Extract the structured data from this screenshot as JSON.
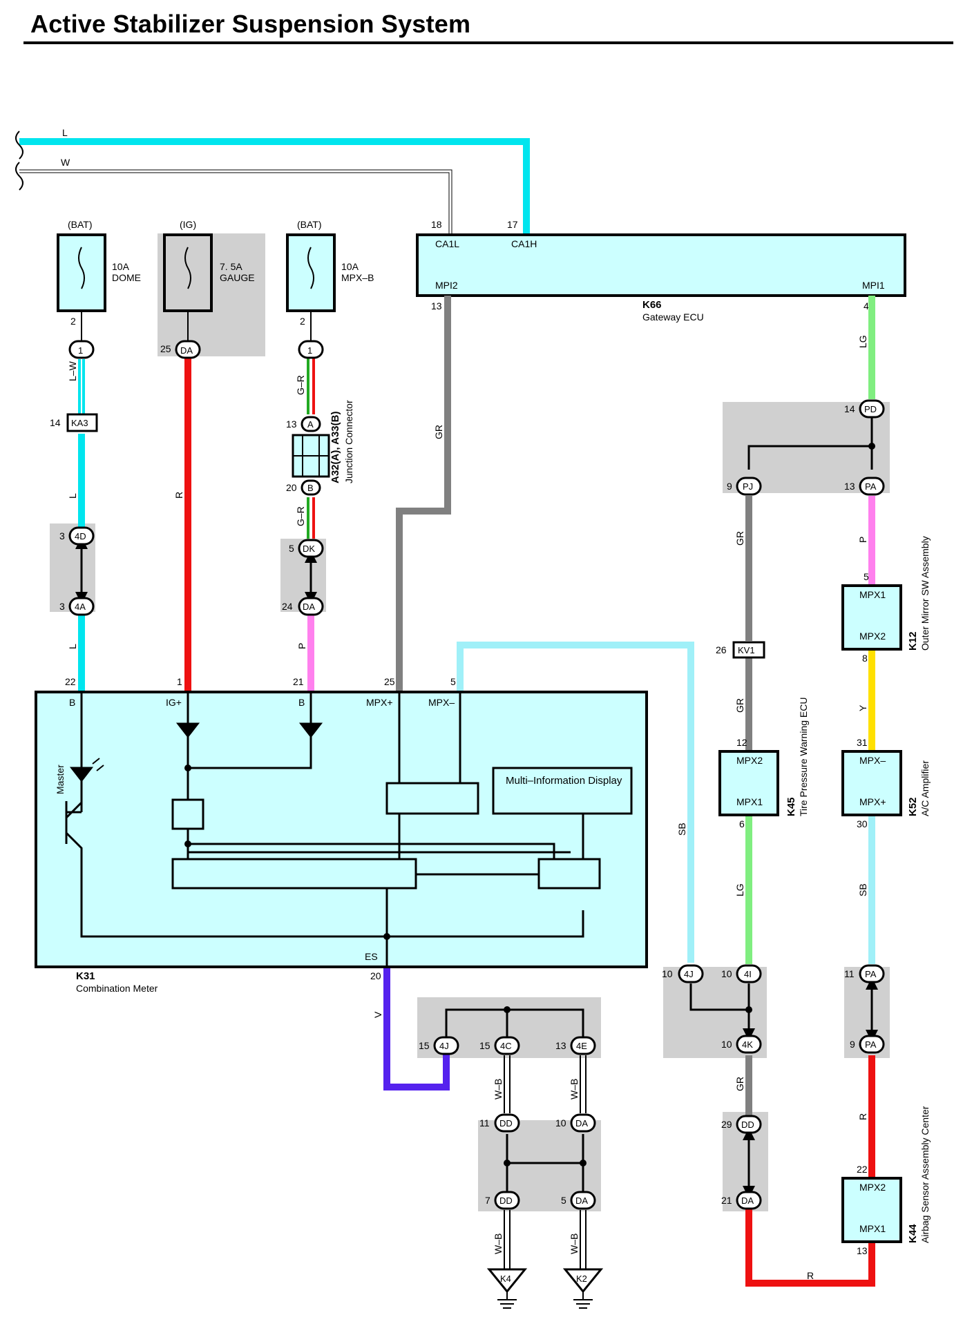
{
  "title": "Active Stabilizer Suspension System",
  "colors": {
    "L": "#00e5ee",
    "W": "#ffffff",
    "R": "#ee1111",
    "GR": "#808080",
    "LG": "#80ee80",
    "P": "#ff80ee",
    "Y": "#ffe000",
    "SB": "#a0f0f8",
    "V": "#5522ee",
    "G": "#22aa22",
    "component_fill": "#ccffff",
    "shade": "#d0d0d0"
  },
  "buses": {
    "L": "L",
    "W": "W"
  },
  "fuses": [
    {
      "source": "(BAT)",
      "rating": "10A",
      "name": "DOME",
      "pin": "2"
    },
    {
      "source": "(IG)",
      "rating": "7. 5A",
      "name": "GAUGE",
      "pin": "25"
    },
    {
      "source": "(BAT)",
      "rating": "10A",
      "name": "MPX–B",
      "pin": "2"
    }
  ],
  "connectors": {
    "c1a": "1",
    "da_ig": "DA",
    "c1b": "1",
    "ka3": "KA3",
    "ka3_pin": "14",
    "c4d": "4D",
    "c4d_pin": "3",
    "c4a": "4A",
    "c4a_pin": "3",
    "ca": "A",
    "ca_pin": "13",
    "cb": "B",
    "cb_pin": "20",
    "dk": "DK",
    "dk_pin": "5",
    "da2": "DA",
    "da2_pin": "24",
    "pd": "PD",
    "pd_pin": "14",
    "pj": "PJ",
    "pj_pin": "9",
    "pa1": "PA",
    "pa1_pin": "13",
    "kv1": "KV1",
    "kv1_pin": "26",
    "j4j": "4J",
    "j4j_pin": "10",
    "j4i": "4I",
    "j4i_pin": "10",
    "j4k": "4K",
    "j4k_pin": "10",
    "pa2": "PA",
    "pa2_pin": "11",
    "pa3": "PA",
    "pa3_pin": "9",
    "dd1": "DD",
    "dd1_pin": "29",
    "da3": "DA",
    "da3_pin": "21",
    "g4j": "4J",
    "g4j_pin": "15",
    "g4c": "4C",
    "g4c_pin": "15",
    "g4e": "4E",
    "g4e_pin": "13",
    "gdd1": "DD",
    "gdd1_pin": "11",
    "gda1": "DA",
    "gda1_pin": "10",
    "gdd2": "DD",
    "gdd2_pin": "7",
    "gda2": "DA",
    "gda2_pin": "5"
  },
  "junction": {
    "name": "A32(A), A33(B)",
    "desc": "Junction Connector"
  },
  "gateway": {
    "code": "K66",
    "name": "Gateway ECU",
    "pin18": "18",
    "pin17": "17",
    "ca1l": "CA1L",
    "ca1h": "CA1H",
    "mpi2": "MPI2",
    "mpi1": "MPI1",
    "pin13": "13",
    "pin4": "4"
  },
  "meter": {
    "code": "K31",
    "name": "Combination Meter",
    "pins": {
      "b": "22",
      "ig": "1",
      "b2": "21",
      "mpxp": "25",
      "mpxm": "5",
      "es": "20"
    },
    "terms": {
      "b": "B",
      "ig": "IG+",
      "b2": "B",
      "mpxp": "MPX+",
      "mpxm": "MPX–",
      "es": "ES"
    },
    "master": "Master",
    "mid": "Multi–Information Display"
  },
  "k12": {
    "code": "K12",
    "name": "Outer Mirror SW Assembly",
    "t1": "MPX1",
    "t2": "MPX2",
    "p1": "5",
    "p2": "8"
  },
  "k45": {
    "code": "K45",
    "name": "Tire Pressure Warning ECU",
    "t1": "MPX2",
    "t2": "MPX1",
    "p1": "12",
    "p2": "6"
  },
  "k52": {
    "code": "K52",
    "name": "A/C Amplifier",
    "t1": "MPX–",
    "t2": "MPX+",
    "p1": "31",
    "p2": "30"
  },
  "k44": {
    "code": "K44",
    "name": "Airbag Sensor Assembly Center",
    "t1": "MPX2",
    "t2": "MPX1",
    "p1": "22",
    "p2": "13"
  },
  "grounds": [
    {
      "name": "K4"
    },
    {
      "name": "K2"
    }
  ],
  "wire_labels": {
    "lw": "L–W",
    "l1": "L",
    "l2": "L",
    "r1": "R",
    "gr_a": "G–R",
    "gr_b": "G–R",
    "p1": "P",
    "gr_gw": "GR",
    "lg_gw": "LG",
    "gr_pj": "GR",
    "p_pa": "P",
    "gr_kv": "GR",
    "y": "Y",
    "sb_meter": "SB",
    "lg_k45": "LG",
    "sb_k52": "SB",
    "gr_dd": "GR",
    "r_k44": "R",
    "r_bottom": "R",
    "v": "V",
    "wb1": "W–B",
    "wb2": "W–B",
    "wb3": "W–B",
    "wb4": "W–B"
  }
}
